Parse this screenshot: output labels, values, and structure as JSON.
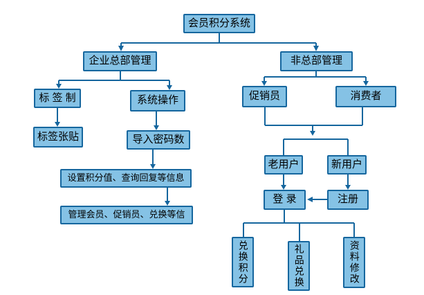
{
  "diagram": {
    "type": "flowchart",
    "colors": {
      "node_fill": "#85C2E5",
      "node_border": "#15669E",
      "connector": "#15669E",
      "canvas_bg": "#FFFFFF",
      "text": "#000000"
    },
    "nodes": {
      "root": {
        "label": "会员积分系统"
      },
      "hq": {
        "label": "企业总部管理"
      },
      "non_hq": {
        "label": "非总部管理"
      },
      "label_making": {
        "label": "标 签 制"
      },
      "system_ops": {
        "label": "系统操作"
      },
      "promoter": {
        "label": "促销员"
      },
      "consumer": {
        "label": "消费者"
      },
      "label_posting": {
        "label": "标签张贴"
      },
      "import_codes": {
        "label": "导入密码数"
      },
      "old_user": {
        "label": "老用户"
      },
      "new_user": {
        "label": "新用户"
      },
      "set_points": {
        "label": "设置积分值、查询回复等信息"
      },
      "login": {
        "label": "登 录"
      },
      "register": {
        "label": "注册"
      },
      "manage_members": {
        "label": "管理会员、促销员、兑换等信"
      },
      "redeem_points": {
        "label": "兑换积分"
      },
      "gift_redeem": {
        "label": "礼品兑换"
      },
      "profile_edit": {
        "label": "资料修改"
      }
    },
    "edges": [
      {
        "from": "root",
        "to": "hq",
        "arrow": true
      },
      {
        "from": "root",
        "to": "non_hq",
        "arrow": true
      },
      {
        "from": "hq",
        "to": "label_making",
        "arrow": true
      },
      {
        "from": "hq",
        "to": "system_ops",
        "arrow": true
      },
      {
        "from": "label_making",
        "to": "label_posting",
        "arrow": true
      },
      {
        "from": "system_ops",
        "to": "import_codes",
        "arrow": true
      },
      {
        "from": "import_codes",
        "to": "set_points",
        "arrow": true
      },
      {
        "from": "set_points",
        "to": "manage_members",
        "arrow": true
      },
      {
        "from": "non_hq",
        "to": "promoter",
        "arrow": true
      },
      {
        "from": "non_hq",
        "to": "consumer",
        "arrow": true
      },
      {
        "from": "promoter",
        "to": "old_user_new_user_split",
        "arrow": true
      },
      {
        "from": "consumer",
        "to": "old_user_new_user_split",
        "arrow": true
      },
      {
        "from": "old_user_new_user_split",
        "to": "old_user",
        "arrow": false
      },
      {
        "from": "old_user_new_user_split",
        "to": "new_user",
        "arrow": false
      },
      {
        "from": "old_user",
        "to": "login",
        "arrow": true
      },
      {
        "from": "new_user",
        "to": "register",
        "arrow": true
      },
      {
        "from": "register",
        "to": "login",
        "arrow": true
      },
      {
        "from": "login",
        "to": "redeem_points",
        "arrow": false
      },
      {
        "from": "login",
        "to": "gift_redeem",
        "arrow": false
      },
      {
        "from": "login",
        "to": "profile_edit",
        "arrow": false
      }
    ]
  }
}
